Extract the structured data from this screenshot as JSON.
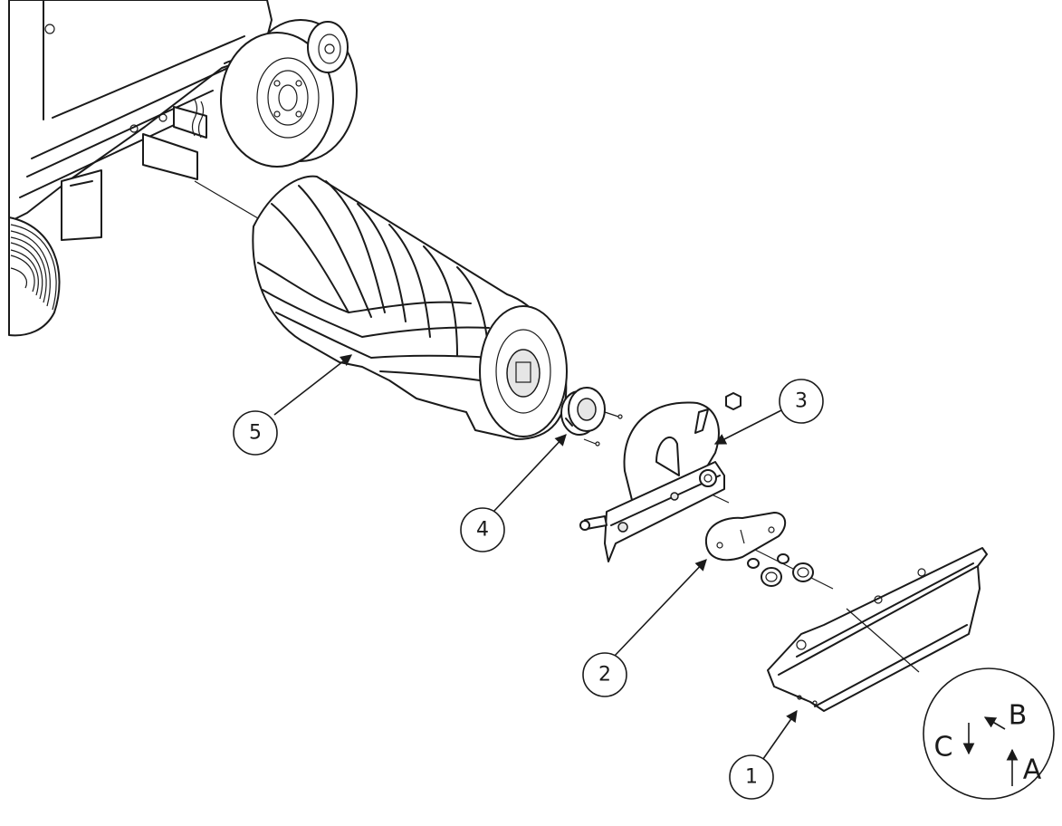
{
  "callouts": [
    {
      "id": "1",
      "label": "1"
    },
    {
      "id": "2",
      "label": "2"
    },
    {
      "id": "3",
      "label": "3"
    },
    {
      "id": "4",
      "label": "4"
    },
    {
      "id": "5",
      "label": "5"
    }
  ],
  "axes": {
    "a": "A",
    "b": "B",
    "c": "C"
  },
  "colors": {
    "line": "#1a1a1a",
    "fill": "#ffffff",
    "shade": "#e6e6e6"
  }
}
